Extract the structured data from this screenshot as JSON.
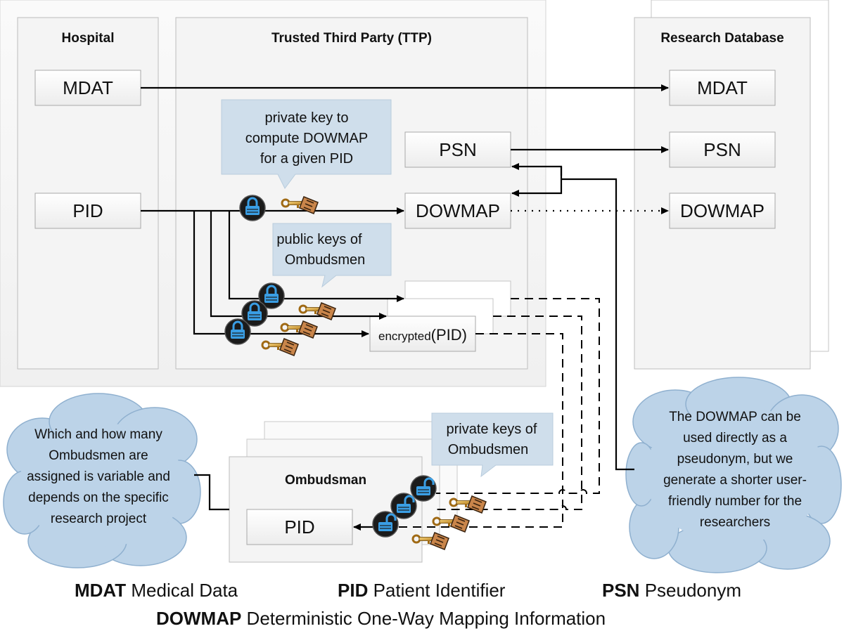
{
  "columns": {
    "hospital": "Hospital",
    "ttp": "Trusted Third Party (TTP)",
    "research": "Research Database",
    "ombudsman": "Ombudsman"
  },
  "boxes": {
    "hospital_mdat": "MDAT",
    "hospital_pid": "PID",
    "ttp_psn": "PSN",
    "ttp_dowmap": "DOWMAP",
    "ttp_encrypted_prefix": "encrypted",
    "ttp_encrypted_suffix": "(PID)",
    "research_mdat": "MDAT",
    "research_psn": "PSN",
    "research_dowmap": "DOWMAP",
    "ombudsman_pid": "PID"
  },
  "callouts": {
    "private_key": [
      "private key to",
      "compute DOWMAP",
      "for a given PID"
    ],
    "public_keys": [
      "public keys of",
      "Ombudsmen"
    ],
    "private_keys_ombudsmen": [
      "private keys of",
      "Ombudsmen"
    ]
  },
  "clouds": {
    "left": [
      "Which and how many",
      "Ombudsmen are",
      "assigned is variable and",
      "depends on the specific",
      "research project"
    ],
    "right": [
      "The DOWMAP can be",
      "used directly as a",
      "pseudonym, but we",
      "generate a shorter user-",
      "friendly number for the",
      "researchers"
    ]
  },
  "legend": {
    "mdat_abbr": "MDAT",
    "mdat_desc": " Medical Data",
    "pid_abbr": "PID",
    "pid_desc": " Patient Identifier",
    "psn_abbr": "PSN",
    "psn_desc": " Pseudonym",
    "dowmap_abbr": "DOWMAP",
    "dowmap_desc": " Deterministic One-Way Mapping Information"
  },
  "icons": {
    "locked": "padlock-locked-icon",
    "unlocked": "padlock-unlocked-icon",
    "key": "key-icon"
  },
  "colors": {
    "callout_fill": "#cfdeeb",
    "cloud_fill": "#bcd3e8",
    "lock_blue": "#3a9ee4"
  }
}
